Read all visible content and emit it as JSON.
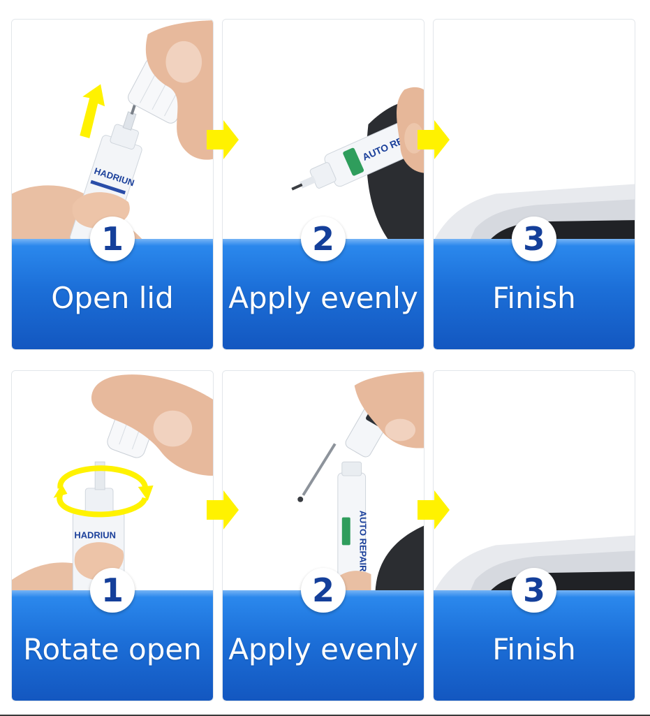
{
  "colors": {
    "label_blue": "#1c6fd8",
    "number_blue": "#143f9a",
    "arrow_yellow": "#fff200"
  },
  "rows": [
    {
      "steps": [
        {
          "number": "1",
          "label": "Open lid"
        },
        {
          "number": "2",
          "label": "Apply evenly"
        },
        {
          "number": "3",
          "label": "Finish"
        }
      ]
    },
    {
      "steps": [
        {
          "number": "1",
          "label": "Rotate open"
        },
        {
          "number": "2",
          "label": "Apply evenly"
        },
        {
          "number": "3",
          "label": "Finish"
        }
      ]
    }
  ],
  "product_labels": {
    "brand": "HADRIUN",
    "pen_text": "AUTO REPAIR PAINT"
  }
}
